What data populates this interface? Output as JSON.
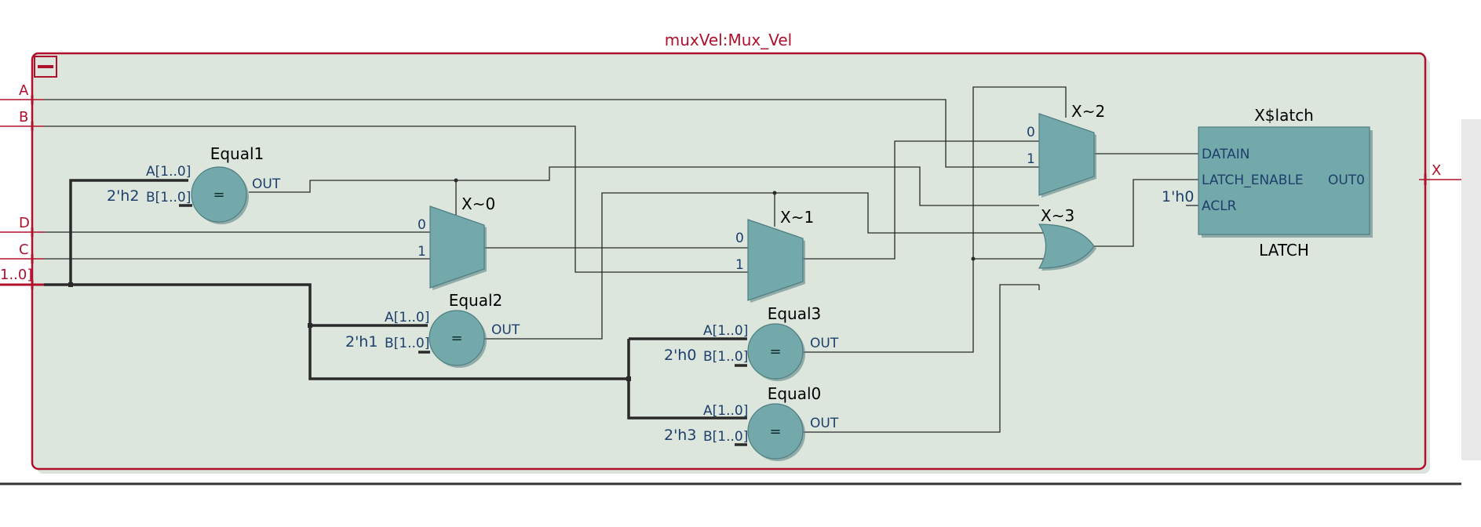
{
  "module": {
    "title": "muxVel:Mux_Vel",
    "collapse_glyph": "minus-box-icon"
  },
  "ports": {
    "in_a": "A",
    "in_b": "B",
    "in_d": "D",
    "in_c": "C",
    "in_sel": "1..0]",
    "out_x": "X"
  },
  "comparators": [
    {
      "name": "Equal1",
      "in_a": "A[1..0]",
      "in_b": "B[1..0]",
      "const": "2'h2",
      "op": "=",
      "out": "OUT"
    },
    {
      "name": "Equal2",
      "in_a": "A[1..0]",
      "in_b": "B[1..0]",
      "const": "2'h1",
      "op": "=",
      "out": "OUT"
    },
    {
      "name": "Equal3",
      "in_a": "A[1..0]",
      "in_b": "B[1..0]",
      "const": "2'h0",
      "op": "=",
      "out": "OUT"
    },
    {
      "name": "Equal0",
      "in_a": "A[1..0]",
      "in_b": "B[1..0]",
      "const": "2'h3",
      "op": "=",
      "out": "OUT"
    }
  ],
  "muxes": [
    {
      "name": "X~0",
      "in0": "0",
      "in1": "1"
    },
    {
      "name": "X~1",
      "in0": "0",
      "in1": "1"
    },
    {
      "name": "X~2",
      "in0": "0",
      "in1": "1"
    }
  ],
  "or_gate": {
    "name": "X~3"
  },
  "latch": {
    "name": "X$latch",
    "type": "LATCH",
    "pin_datain": "DATAIN",
    "pin_enable": "LATCH_ENABLE",
    "pin_aclr": "ACLR",
    "pin_out": "OUT0",
    "aclr_const": "1'h0"
  },
  "colors": {
    "frame": "#b0102c",
    "fill": "#dde6dd",
    "block": "#73a9ab",
    "wire": "#2a2a2a"
  }
}
